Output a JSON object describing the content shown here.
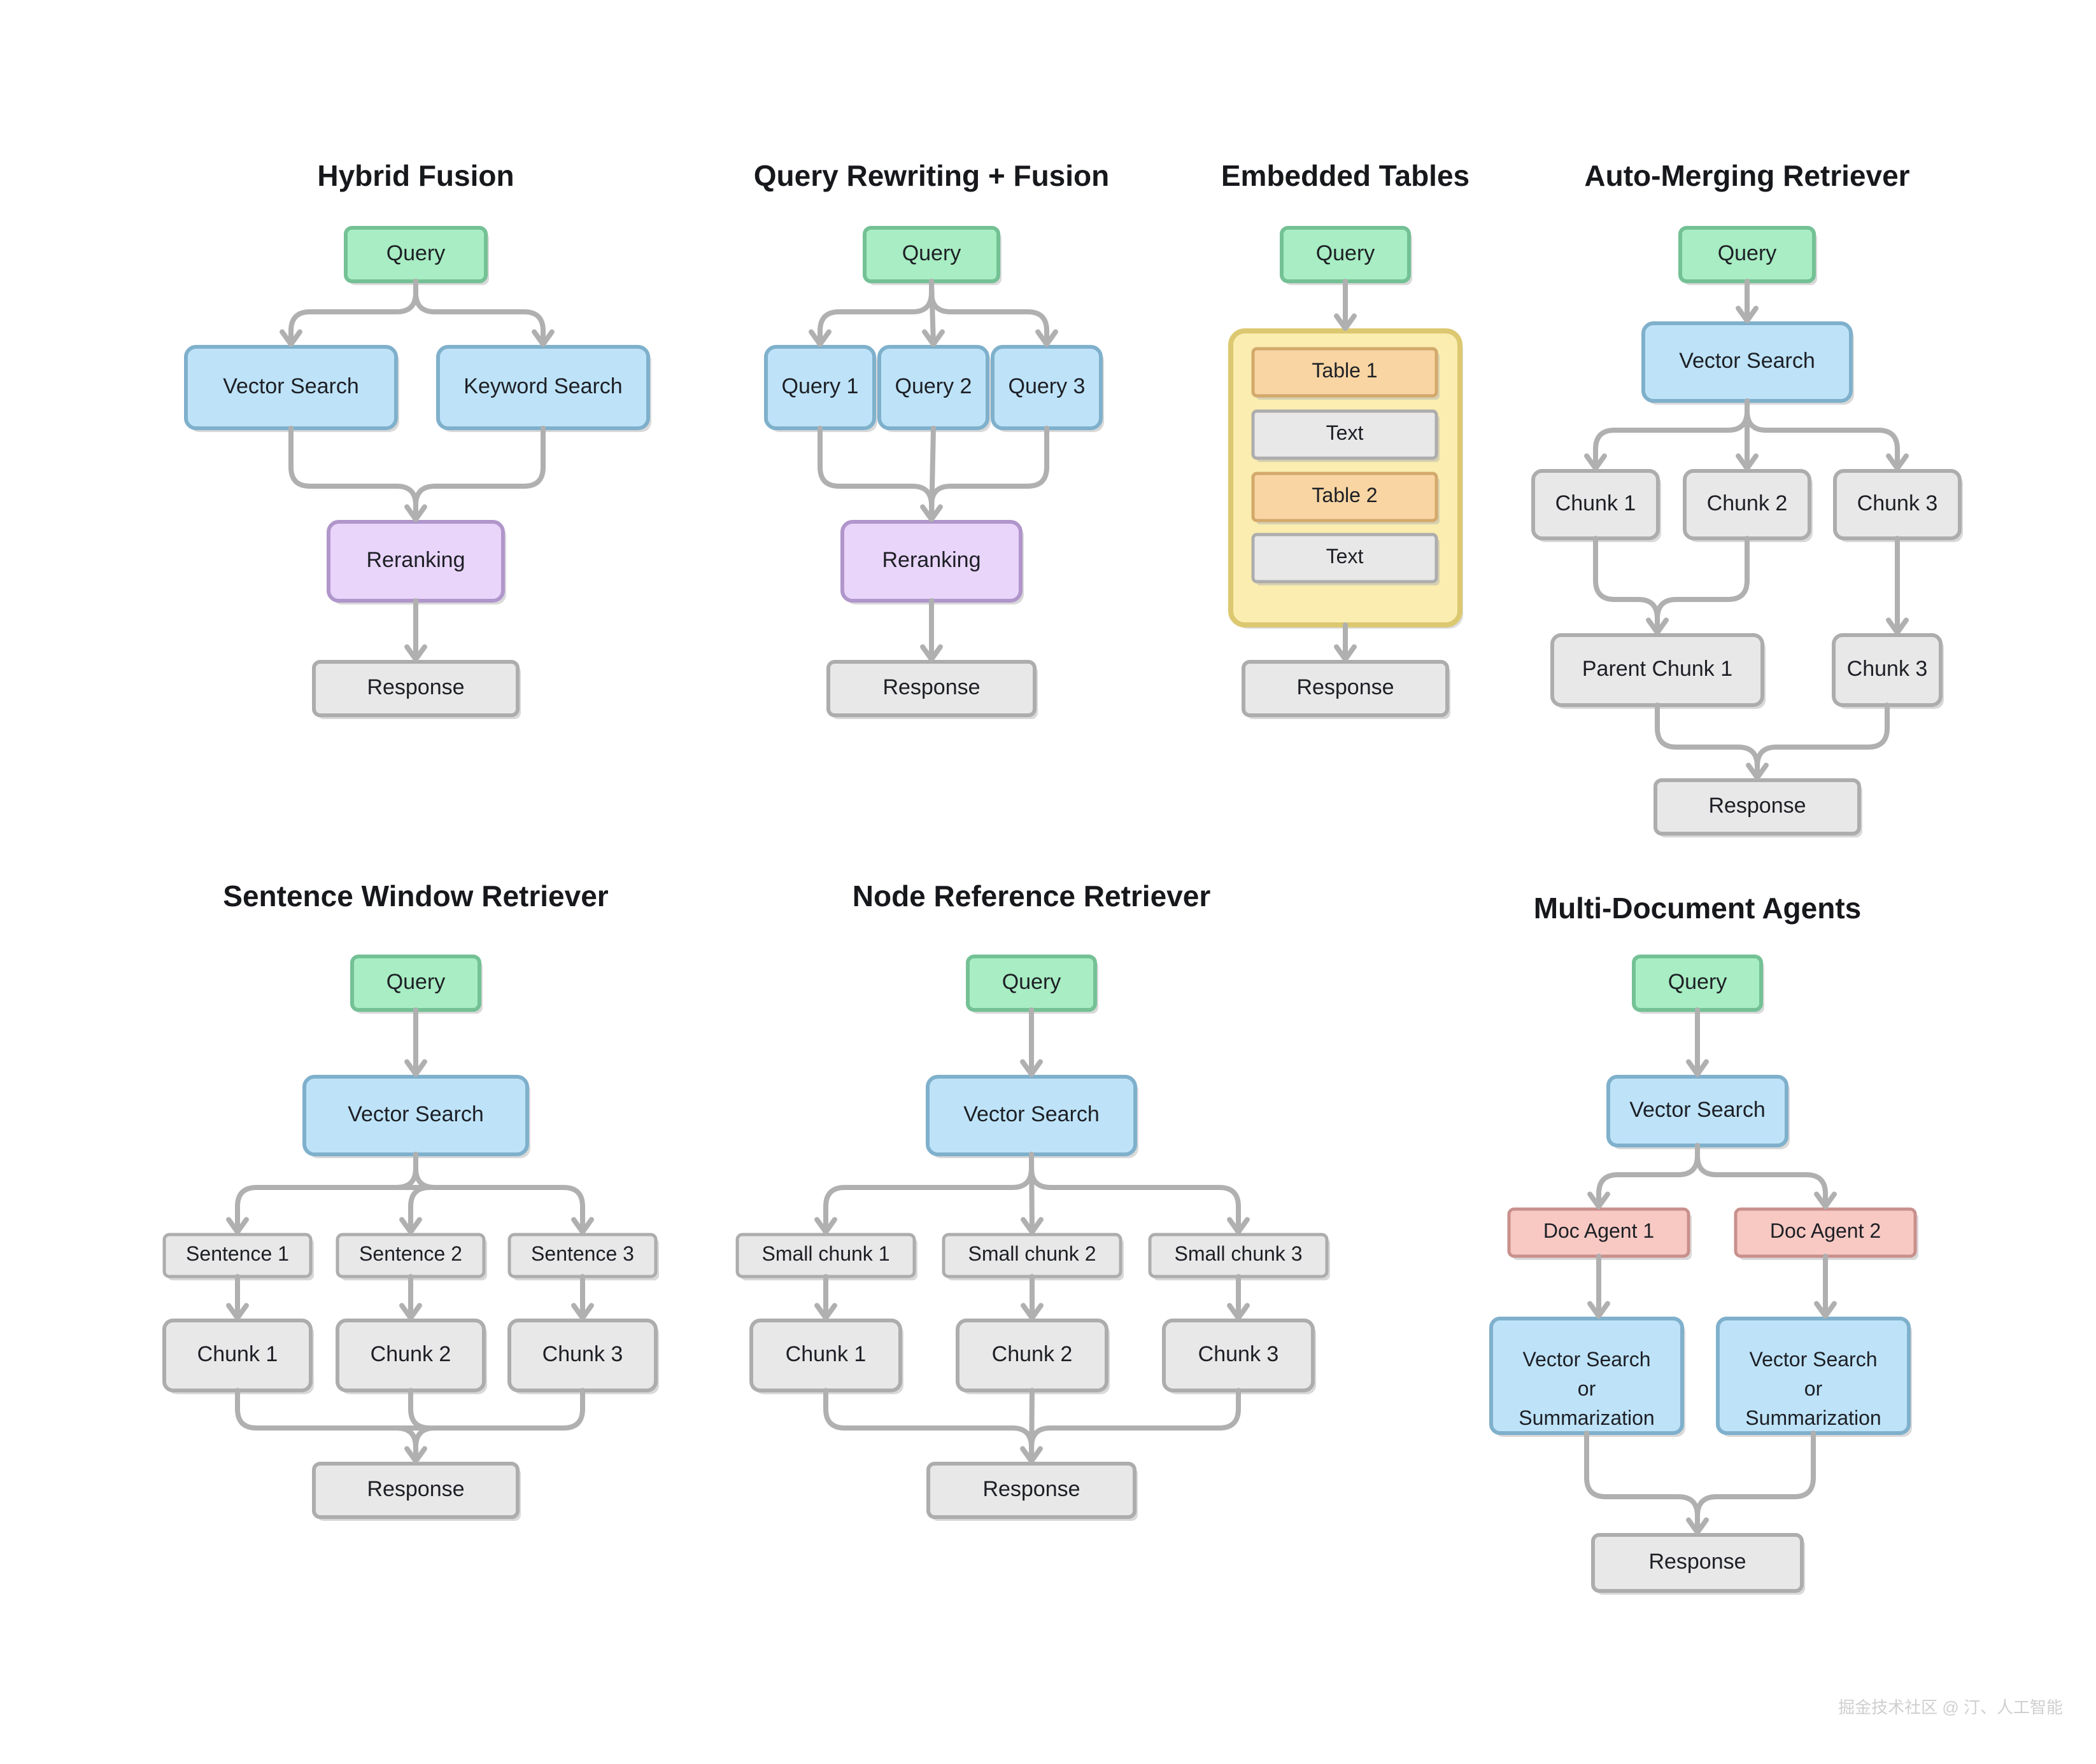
{
  "palette": {
    "query_fill": "#A8EDC3",
    "query_border": "#74C195",
    "blue_fill": "#BEE3F8",
    "blue_border": "#7FB0CC",
    "purple_fill": "#E9D5FA",
    "purple_border": "#B096CB",
    "gray_fill": "#E8E8E8",
    "gray_border": "#ADADAD",
    "yellow_fill": "#FAEDAF",
    "yellow_border": "#DCC870",
    "orange_fill": "#F8D5A3",
    "orange_border": "#D3A96B",
    "red_fill": "#F8C9C3",
    "red_border": "#C9908C",
    "edge": "#B0B0B0",
    "title": "#17181C",
    "text": "#1D1F25",
    "watermark": "#CFCFCF",
    "background": "#FFFFFF"
  },
  "watermark": "掘金技术社区 @ 汀、人工智能",
  "panels": [
    {
      "id": "hybrid-fusion",
      "title": "Hybrid Fusion",
      "nodes": [
        {
          "name": "query",
          "label": "Query",
          "kind": "query"
        },
        {
          "name": "vector-search",
          "label": "Vector Search",
          "kind": "blue"
        },
        {
          "name": "keyword-search",
          "label": "Keyword Search",
          "kind": "blue"
        },
        {
          "name": "reranking",
          "label": "Reranking",
          "kind": "purple"
        },
        {
          "name": "response",
          "label": "Response",
          "kind": "gray"
        }
      ]
    },
    {
      "id": "query-rewriting-fusion",
      "title": "Query Rewriting + Fusion",
      "nodes": [
        {
          "name": "query",
          "label": "Query",
          "kind": "query"
        },
        {
          "name": "query-1",
          "label": "Query 1",
          "kind": "blue"
        },
        {
          "name": "query-2",
          "label": "Query 2",
          "kind": "blue"
        },
        {
          "name": "query-3",
          "label": "Query 3",
          "kind": "blue"
        },
        {
          "name": "reranking",
          "label": "Reranking",
          "kind": "purple"
        },
        {
          "name": "response",
          "label": "Response",
          "kind": "gray"
        }
      ]
    },
    {
      "id": "embedded-tables",
      "title": "Embedded Tables",
      "nodes": [
        {
          "name": "query",
          "label": "Query",
          "kind": "query"
        },
        {
          "name": "document-container",
          "label": "",
          "kind": "yellow"
        },
        {
          "name": "table-1",
          "label": "Table 1",
          "kind": "orange"
        },
        {
          "name": "text-1",
          "label": "Text",
          "kind": "gray"
        },
        {
          "name": "table-2",
          "label": "Table 2",
          "kind": "orange"
        },
        {
          "name": "text-2",
          "label": "Text",
          "kind": "gray"
        },
        {
          "name": "response",
          "label": "Response",
          "kind": "gray"
        }
      ]
    },
    {
      "id": "auto-merging-retriever",
      "title": "Auto-Merging Retriever",
      "nodes": [
        {
          "name": "query",
          "label": "Query",
          "kind": "query"
        },
        {
          "name": "vector-search",
          "label": "Vector Search",
          "kind": "blue"
        },
        {
          "name": "chunk-1",
          "label": "Chunk 1",
          "kind": "gray"
        },
        {
          "name": "chunk-2",
          "label": "Chunk 2",
          "kind": "gray"
        },
        {
          "name": "chunk-3",
          "label": "Chunk 3",
          "kind": "gray"
        },
        {
          "name": "parent-chunk-1",
          "label": "Parent Chunk 1",
          "kind": "gray"
        },
        {
          "name": "chunk-3-merged",
          "label": "Chunk 3",
          "kind": "gray"
        },
        {
          "name": "response",
          "label": "Response",
          "kind": "gray"
        }
      ]
    },
    {
      "id": "sentence-window-retriever",
      "title": "Sentence Window Retriever",
      "nodes": [
        {
          "name": "query",
          "label": "Query",
          "kind": "query"
        },
        {
          "name": "vector-search",
          "label": "Vector Search",
          "kind": "blue"
        },
        {
          "name": "sentence-1",
          "label": "Sentence 1",
          "kind": "gray"
        },
        {
          "name": "sentence-2",
          "label": "Sentence 2",
          "kind": "gray"
        },
        {
          "name": "sentence-3",
          "label": "Sentence 3",
          "kind": "gray"
        },
        {
          "name": "chunk-1",
          "label": "Chunk 1",
          "kind": "gray"
        },
        {
          "name": "chunk-2",
          "label": "Chunk 2",
          "kind": "gray"
        },
        {
          "name": "chunk-3",
          "label": "Chunk 3",
          "kind": "gray"
        },
        {
          "name": "response",
          "label": "Response",
          "kind": "gray"
        }
      ]
    },
    {
      "id": "node-reference-retriever",
      "title": "Node Reference Retriever",
      "nodes": [
        {
          "name": "query",
          "label": "Query",
          "kind": "query"
        },
        {
          "name": "vector-search",
          "label": "Vector Search",
          "kind": "blue"
        },
        {
          "name": "small-chunk-1",
          "label": "Small chunk 1",
          "kind": "gray"
        },
        {
          "name": "small-chunk-2",
          "label": "Small chunk 2",
          "kind": "gray"
        },
        {
          "name": "small-chunk-3",
          "label": "Small chunk 3",
          "kind": "gray"
        },
        {
          "name": "chunk-1",
          "label": "Chunk 1",
          "kind": "gray"
        },
        {
          "name": "chunk-2",
          "label": "Chunk 2",
          "kind": "gray"
        },
        {
          "name": "chunk-3",
          "label": "Chunk 3",
          "kind": "gray"
        },
        {
          "name": "response",
          "label": "Response",
          "kind": "gray"
        }
      ]
    },
    {
      "id": "multi-document-agents",
      "title": "Multi-Document Agents",
      "nodes": [
        {
          "name": "query",
          "label": "Query",
          "kind": "query"
        },
        {
          "name": "vector-search",
          "label": "Vector Search",
          "kind": "blue"
        },
        {
          "name": "doc-agent-1",
          "label": "Doc Agent 1",
          "kind": "red"
        },
        {
          "name": "doc-agent-2",
          "label": "Doc Agent 2",
          "kind": "red"
        },
        {
          "name": "agent-1-action",
          "label": "Vector Search|or|Summarization",
          "kind": "blue"
        },
        {
          "name": "agent-2-action",
          "label": "Vector Search|or|Summarization",
          "kind": "blue"
        },
        {
          "name": "response",
          "label": "Response",
          "kind": "gray"
        }
      ]
    }
  ]
}
